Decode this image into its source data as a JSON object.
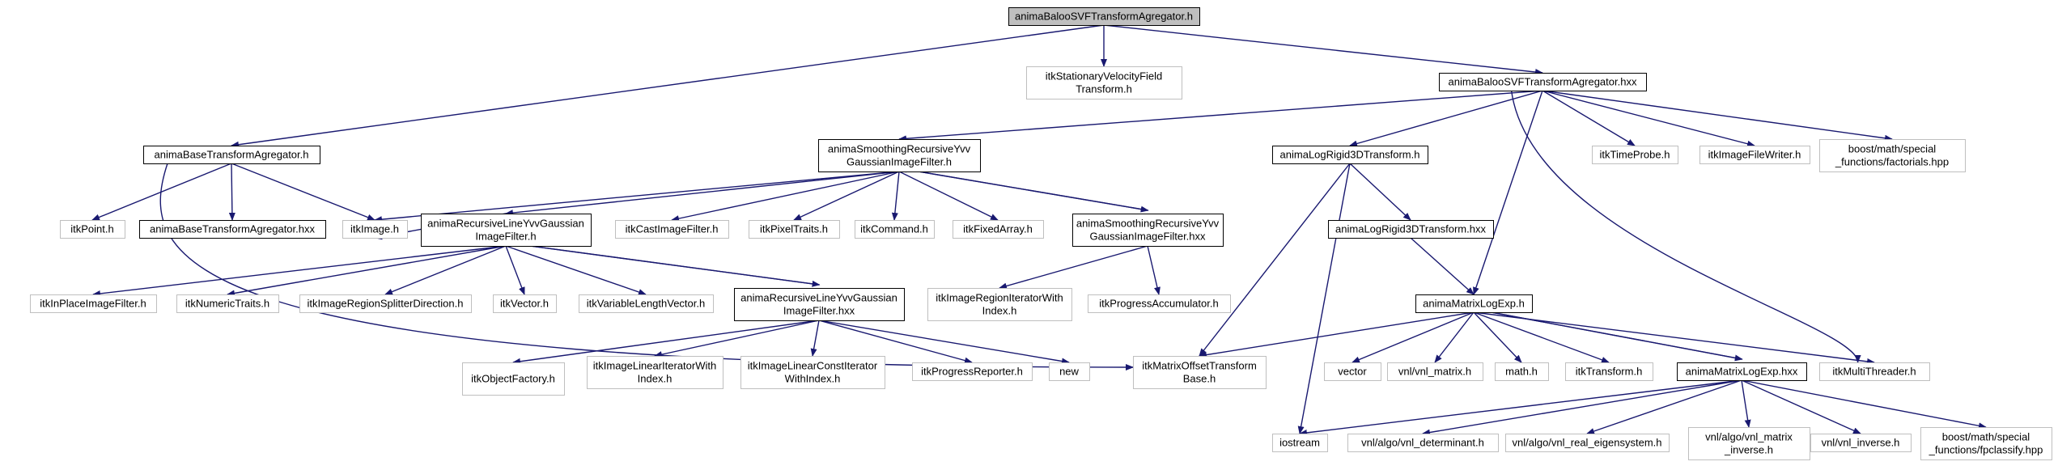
{
  "colors": {
    "edge": "#191970",
    "node_border_documented": "#000000",
    "node_border_external": "#bfbfbf",
    "root_fill": "#bfbfbf",
    "node_fill": "#ffffff"
  },
  "nodes": [
    {
      "id": "root",
      "lines": [
        "animaBalooSVFTransformAgregator.h"
      ],
      "kind": "root"
    },
    {
      "id": "stationary",
      "lines": [
        "itkStationaryVelocityField",
        "Transform.h"
      ],
      "kind": "external"
    },
    {
      "id": "hxx",
      "lines": [
        "animaBalooSVFTransformAgregator.hxx"
      ],
      "kind": "documented"
    },
    {
      "id": "baseAgg",
      "lines": [
        "animaBaseTransformAgregator.h"
      ],
      "kind": "documented"
    },
    {
      "id": "smoothing",
      "lines": [
        "animaSmoothingRecursiveYvv",
        "GaussianImageFilter.h"
      ],
      "kind": "documented"
    },
    {
      "id": "logRigid",
      "lines": [
        "animaLogRigid3DTransform.h"
      ],
      "kind": "documented"
    },
    {
      "id": "timeProbe",
      "lines": [
        "itkTimeProbe.h"
      ],
      "kind": "external"
    },
    {
      "id": "imageFileWriter",
      "lines": [
        "itkImageFileWriter.h"
      ],
      "kind": "external"
    },
    {
      "id": "factorials",
      "lines": [
        "boost/math/special",
        "_functions/factorials.hpp"
      ],
      "kind": "external"
    },
    {
      "id": "itkPoint",
      "lines": [
        "itkPoint.h"
      ],
      "kind": "external"
    },
    {
      "id": "baseAggHxx",
      "lines": [
        "animaBaseTransformAgregator.hxx"
      ],
      "kind": "documented"
    },
    {
      "id": "itkImage",
      "lines": [
        "itkImage.h"
      ],
      "kind": "external"
    },
    {
      "id": "recLine",
      "lines": [
        "animaRecursiveLineYvvGaussian",
        "ImageFilter.h"
      ],
      "kind": "documented"
    },
    {
      "id": "castImage",
      "lines": [
        "itkCastImageFilter.h"
      ],
      "kind": "external"
    },
    {
      "id": "pixelTraits",
      "lines": [
        "itkPixelTraits.h"
      ],
      "kind": "external"
    },
    {
      "id": "command",
      "lines": [
        "itkCommand.h"
      ],
      "kind": "external"
    },
    {
      "id": "fixedArray",
      "lines": [
        "itkFixedArray.h"
      ],
      "kind": "external"
    },
    {
      "id": "smoothingHxx",
      "lines": [
        "animaSmoothingRecursiveYvv",
        "GaussianImageFilter.hxx"
      ],
      "kind": "documented"
    },
    {
      "id": "logRigidHxx",
      "lines": [
        "animaLogRigid3DTransform.hxx"
      ],
      "kind": "documented"
    },
    {
      "id": "inPlace",
      "lines": [
        "itkInPlaceImageFilter.h"
      ],
      "kind": "external"
    },
    {
      "id": "numericTraits",
      "lines": [
        "itkNumericTraits.h"
      ],
      "kind": "external"
    },
    {
      "id": "regionSplitter",
      "lines": [
        "itkImageRegionSplitterDirection.h"
      ],
      "kind": "external"
    },
    {
      "id": "itkVector",
      "lines": [
        "itkVector.h"
      ],
      "kind": "external"
    },
    {
      "id": "varLenVector",
      "lines": [
        "itkVariableLengthVector.h"
      ],
      "kind": "external"
    },
    {
      "id": "recLineHxx",
      "lines": [
        "animaRecursiveLineYvvGaussian",
        "ImageFilter.hxx"
      ],
      "kind": "documented"
    },
    {
      "id": "regionIterIdx",
      "lines": [
        "itkImageRegionIteratorWith",
        "Index.h"
      ],
      "kind": "external"
    },
    {
      "id": "progressAcc",
      "lines": [
        "itkProgressAccumulator.h"
      ],
      "kind": "external"
    },
    {
      "id": "matrixLogExp",
      "lines": [
        "animaMatrixLogExp.h"
      ],
      "kind": "documented"
    },
    {
      "id": "objectFactory",
      "lines": [
        "itkObjectFactory.h"
      ],
      "kind": "external"
    },
    {
      "id": "linIter",
      "lines": [
        "itkImageLinearIteratorWith",
        "Index.h"
      ],
      "kind": "external"
    },
    {
      "id": "linConstIter",
      "lines": [
        "itkImageLinearConstIterator",
        "WithIndex.h"
      ],
      "kind": "external"
    },
    {
      "id": "progressReporter",
      "lines": [
        "itkProgressReporter.h"
      ],
      "kind": "external"
    },
    {
      "id": "new",
      "lines": [
        "new"
      ],
      "kind": "external"
    },
    {
      "id": "matrixOffset",
      "lines": [
        "itkMatrixOffsetTransform",
        "Base.h"
      ],
      "kind": "external"
    },
    {
      "id": "vector",
      "lines": [
        "vector"
      ],
      "kind": "external"
    },
    {
      "id": "vnlMatrix",
      "lines": [
        "vnl/vnl_matrix.h"
      ],
      "kind": "external"
    },
    {
      "id": "mathH",
      "lines": [
        "math.h"
      ],
      "kind": "external"
    },
    {
      "id": "itkTransform",
      "lines": [
        "itkTransform.h"
      ],
      "kind": "external"
    },
    {
      "id": "matrixLogExpHxx",
      "lines": [
        "animaMatrixLogExp.hxx"
      ],
      "kind": "documented"
    },
    {
      "id": "multiThreader",
      "lines": [
        "itkMultiThreader.h"
      ],
      "kind": "external"
    },
    {
      "id": "iostream",
      "lines": [
        "iostream"
      ],
      "kind": "external"
    },
    {
      "id": "vnlDet",
      "lines": [
        "vnl/algo/vnl_determinant.h"
      ],
      "kind": "external"
    },
    {
      "id": "vnlEigen",
      "lines": [
        "vnl/algo/vnl_real_eigensystem.h"
      ],
      "kind": "external"
    },
    {
      "id": "vnlMatInv",
      "lines": [
        "vnl/algo/vnl_matrix",
        "_inverse.h"
      ],
      "kind": "external"
    },
    {
      "id": "vnlInverse",
      "lines": [
        "vnl/vnl_inverse.h"
      ],
      "kind": "external"
    },
    {
      "id": "fpclassify",
      "lines": [
        "boost/math/special",
        "_functions/fpclassify.hpp"
      ],
      "kind": "external"
    }
  ],
  "edges": [
    [
      "root",
      "stationary"
    ],
    [
      "root",
      "hxx"
    ],
    [
      "root",
      "baseAgg"
    ],
    [
      "hxx",
      "smoothing"
    ],
    [
      "hxx",
      "logRigid"
    ],
    [
      "hxx",
      "timeProbe"
    ],
    [
      "hxx",
      "imageFileWriter"
    ],
    [
      "hxx",
      "factorials"
    ],
    [
      "hxx",
      "matrixLogExp"
    ],
    [
      "hxx",
      "multiThreader"
    ],
    [
      "baseAgg",
      "itkPoint"
    ],
    [
      "baseAgg",
      "baseAggHxx"
    ],
    [
      "baseAgg",
      "itkImage"
    ],
    [
      "baseAgg",
      "matrixOffset"
    ],
    [
      "smoothing",
      "itkImage"
    ],
    [
      "smoothing",
      "recLine"
    ],
    [
      "smoothing",
      "castImage"
    ],
    [
      "smoothing",
      "pixelTraits"
    ],
    [
      "smoothing",
      "command"
    ],
    [
      "smoothing",
      "fixedArray"
    ],
    [
      "smoothing",
      "smoothingHxx"
    ],
    [
      "smoothingHxx",
      "smoothing"
    ],
    [
      "smoothingHxx",
      "regionIterIdx"
    ],
    [
      "smoothingHxx",
      "progressAcc"
    ],
    [
      "logRigid",
      "logRigidHxx"
    ],
    [
      "logRigid",
      "matrixOffset"
    ],
    [
      "logRigid",
      "iostream"
    ],
    [
      "logRigidHxx",
      "matrixLogExp"
    ],
    [
      "recLine",
      "itkImage"
    ],
    [
      "recLine",
      "inPlace"
    ],
    [
      "recLine",
      "numericTraits"
    ],
    [
      "recLine",
      "regionSplitter"
    ],
    [
      "recLine",
      "itkVector"
    ],
    [
      "recLine",
      "varLenVector"
    ],
    [
      "recLine",
      "recLineHxx"
    ],
    [
      "recLineHxx",
      "recLine"
    ],
    [
      "recLineHxx",
      "objectFactory"
    ],
    [
      "recLineHxx",
      "linIter"
    ],
    [
      "recLineHxx",
      "linConstIter"
    ],
    [
      "recLineHxx",
      "progressReporter"
    ],
    [
      "recLineHxx",
      "new"
    ],
    [
      "matrixLogExp",
      "matrixOffset"
    ],
    [
      "matrixLogExp",
      "vector"
    ],
    [
      "matrixLogExp",
      "vnlMatrix"
    ],
    [
      "matrixLogExp",
      "mathH"
    ],
    [
      "matrixLogExp",
      "itkTransform"
    ],
    [
      "matrixLogExp",
      "matrixLogExpHxx"
    ],
    [
      "matrixLogExp",
      "multiThreader"
    ],
    [
      "matrixLogExpHxx",
      "matrixLogExp"
    ],
    [
      "matrixLogExpHxx",
      "iostream"
    ],
    [
      "matrixLogExpHxx",
      "vnlDet"
    ],
    [
      "matrixLogExpHxx",
      "vnlEigen"
    ],
    [
      "matrixLogExpHxx",
      "vnlMatInv"
    ],
    [
      "matrixLogExpHxx",
      "vnlInverse"
    ],
    [
      "matrixLogExpHxx",
      "fpclassify"
    ]
  ]
}
